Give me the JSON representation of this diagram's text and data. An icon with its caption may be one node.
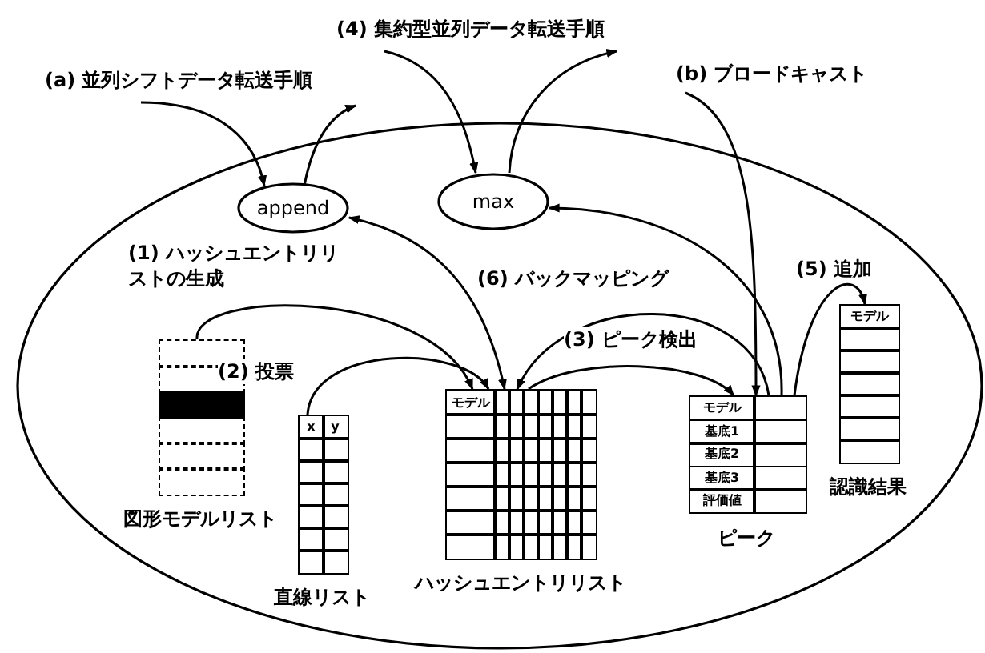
{
  "diagram": {
    "nodes": [
      {
        "text": [],
        "shape": "ellipse"
      },
      {
        "text": [
          "(a) 並列シフトデータ転送手順"
        ]
      },
      {
        "text": [
          "(4) 集約型並列データ転送手順"
        ]
      },
      {
        "text": [
          "(b) ブロードキャスト"
        ]
      },
      {
        "text": [
          "append"
        ],
        "in": 0
      },
      {
        "text": [
          "max"
        ],
        "in": 0
      },
      {
        "text": [
          "図形モデルリスト"
        ],
        "in": 0
      },
      {
        "text": [
          "x",
          "y",
          "直線リスト"
        ],
        "in": 0
      },
      {
        "text": [
          "モデル",
          "ハッシュエントリリスト"
        ],
        "in": 0
      },
      {
        "text": [
          "モデル",
          "基底1",
          "基底2",
          "基底3",
          "評価値",
          "ピーク"
        ],
        "in": 0
      },
      {
        "text": [
          "モデル",
          "認識結果"
        ],
        "in": 0
      }
    ],
    "edges": [
      {
        "from": 1,
        "to": 4,
        "arrow": "to"
      },
      {
        "from": 4,
        "to": 1,
        "arrow": "to"
      },
      {
        "from": 2,
        "to": 5,
        "arrow": "to"
      },
      {
        "from": 5,
        "to": 2,
        "arrow": "to"
      },
      {
        "from": 3,
        "to": 9,
        "arrow": "to"
      },
      {
        "from": 6,
        "to": 8,
        "arrow": "to",
        "label": "(1) ハッシュエントリリストの生成"
      },
      {
        "from": 7,
        "to": 8,
        "arrow": "to",
        "label": "(2) 投票"
      },
      {
        "from": 8,
        "to": 9,
        "arrow": "to",
        "label": "(3) ピーク検出"
      },
      {
        "from": 8,
        "to": 4,
        "arrow": "both"
      },
      {
        "from": 9,
        "to": 8,
        "arrow": "to",
        "label": "(6) バックマッピング"
      },
      {
        "from": 9,
        "to": 5,
        "arrow": "to"
      },
      {
        "from": 9,
        "to": 10,
        "arrow": "to",
        "label": "(5) 追加"
      }
    ]
  }
}
